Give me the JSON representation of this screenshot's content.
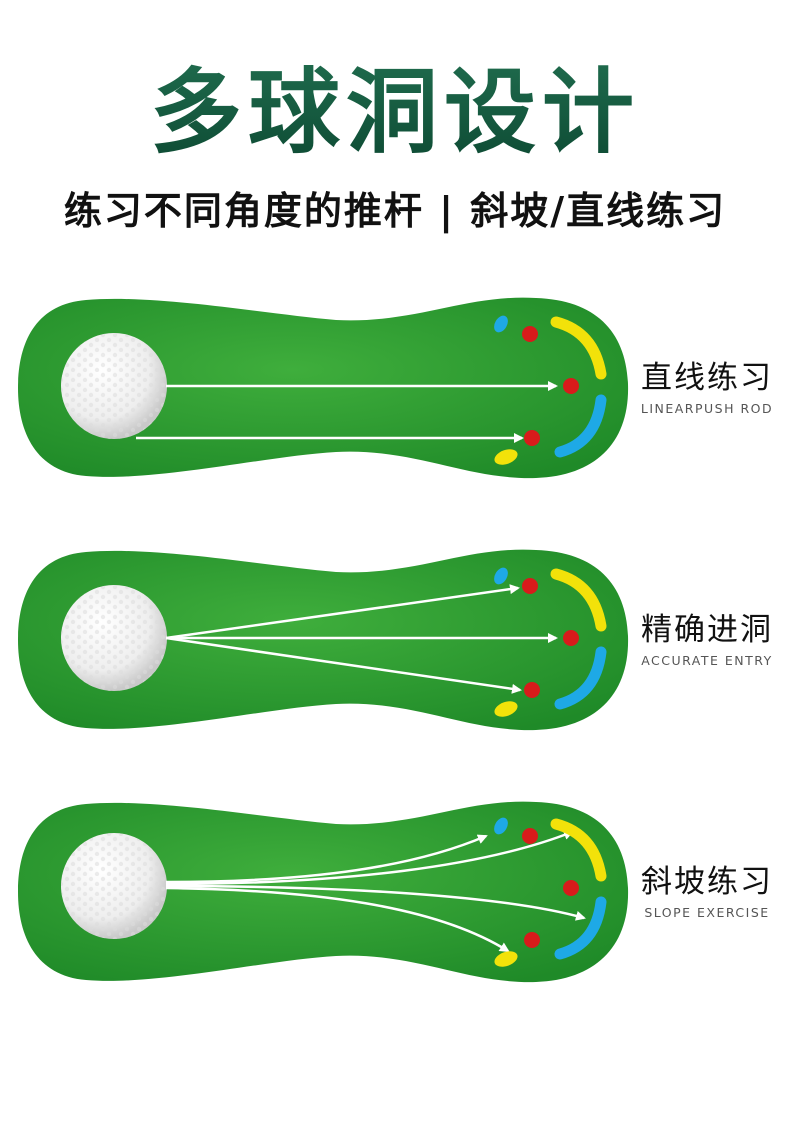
{
  "header": {
    "title": "多球洞设计",
    "subtitle": "练习不同角度的推杆 | 斜坡/直线练习"
  },
  "panels": [
    {
      "label_cn": "直线练习",
      "label_en": "LINEARPUSH ROD"
    },
    {
      "label_cn": "精确进洞",
      "label_en": "ACCURATE  ENTRY"
    },
    {
      "label_cn": "斜坡练习",
      "label_en": "SLOPE EXERCISE"
    }
  ],
  "colors": {
    "turf": "#2f9a31",
    "hole": "#d81b1b",
    "guard_yellow": "#f2e20a",
    "guard_blue": "#1ea9e6",
    "arrow": "#ffffff"
  }
}
